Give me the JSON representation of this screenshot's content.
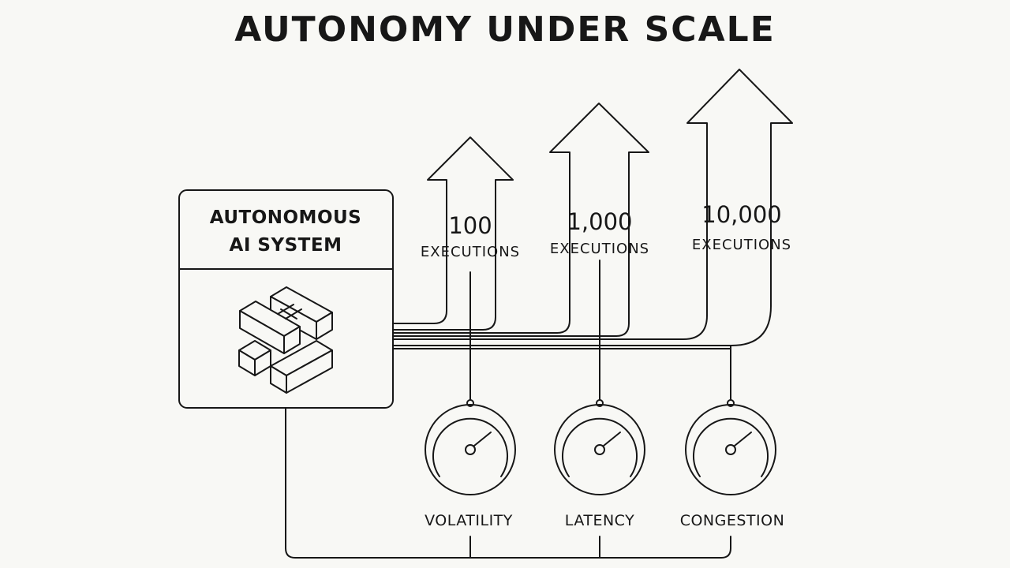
{
  "title": "AUTONOMY UNDER SCALE",
  "system": {
    "title_line1": "AUTONOMOUS",
    "title_line2": "AI SYSTEM",
    "icon": "interlocking-blocks-icon"
  },
  "arrows": [
    {
      "count": "100",
      "label": "EXECUTIONS"
    },
    {
      "count": "1,000",
      "label": "EXECUTIONS"
    },
    {
      "count": "10,000",
      "label": "EXECUTIONS"
    }
  ],
  "gauges": [
    {
      "label": "VOLATILITY",
      "icon": "gauge-icon"
    },
    {
      "label": "LATENCY",
      "icon": "gauge-icon"
    },
    {
      "label": "CONGESTION",
      "icon": "gauge-icon"
    }
  ],
  "colors": {
    "background": "#f8f8f5",
    "ink": "#171717"
  }
}
